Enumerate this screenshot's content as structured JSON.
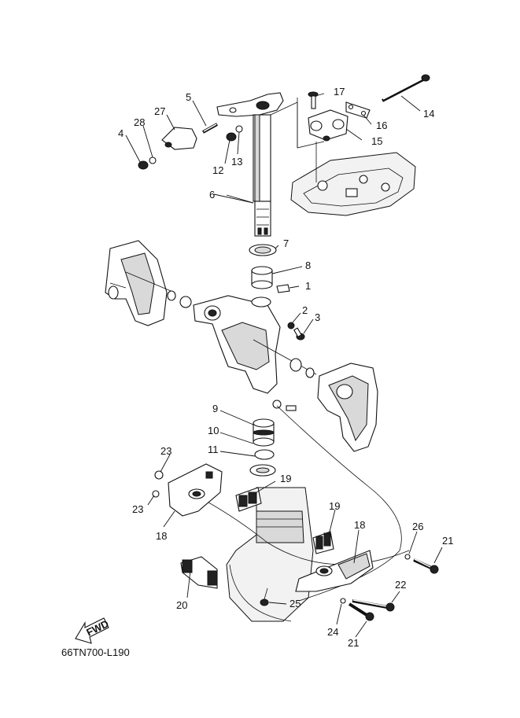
{
  "diagram": {
    "drawing_code": "66TN700-L190",
    "fwd_label": "FWD",
    "callouts": [
      {
        "id": "c1",
        "text": "1"
      },
      {
        "id": "c2",
        "text": "2"
      },
      {
        "id": "c3",
        "text": "3"
      },
      {
        "id": "c4",
        "text": "4"
      },
      {
        "id": "c5",
        "text": "5"
      },
      {
        "id": "c6",
        "text": "6"
      },
      {
        "id": "c7",
        "text": "7"
      },
      {
        "id": "c8",
        "text": "8"
      },
      {
        "id": "c9",
        "text": "9"
      },
      {
        "id": "c10",
        "text": "10"
      },
      {
        "id": "c11",
        "text": "11"
      },
      {
        "id": "c12",
        "text": "12"
      },
      {
        "id": "c13",
        "text": "13"
      },
      {
        "id": "c14",
        "text": "14"
      },
      {
        "id": "c15",
        "text": "15"
      },
      {
        "id": "c16",
        "text": "16"
      },
      {
        "id": "c17",
        "text": "17"
      },
      {
        "id": "c18a",
        "text": "18"
      },
      {
        "id": "c18b",
        "text": "18"
      },
      {
        "id": "c19a",
        "text": "19"
      },
      {
        "id": "c19b",
        "text": "19"
      },
      {
        "id": "c20",
        "text": "20"
      },
      {
        "id": "c21a",
        "text": "21"
      },
      {
        "id": "c21b",
        "text": "21"
      },
      {
        "id": "c22",
        "text": "22"
      },
      {
        "id": "c23a",
        "text": "23"
      },
      {
        "id": "c23b",
        "text": "23"
      },
      {
        "id": "c24",
        "text": "24"
      },
      {
        "id": "c25",
        "text": "25"
      },
      {
        "id": "c26",
        "text": "26"
      },
      {
        "id": "c27",
        "text": "27"
      },
      {
        "id": "c28",
        "text": "28"
      }
    ]
  }
}
